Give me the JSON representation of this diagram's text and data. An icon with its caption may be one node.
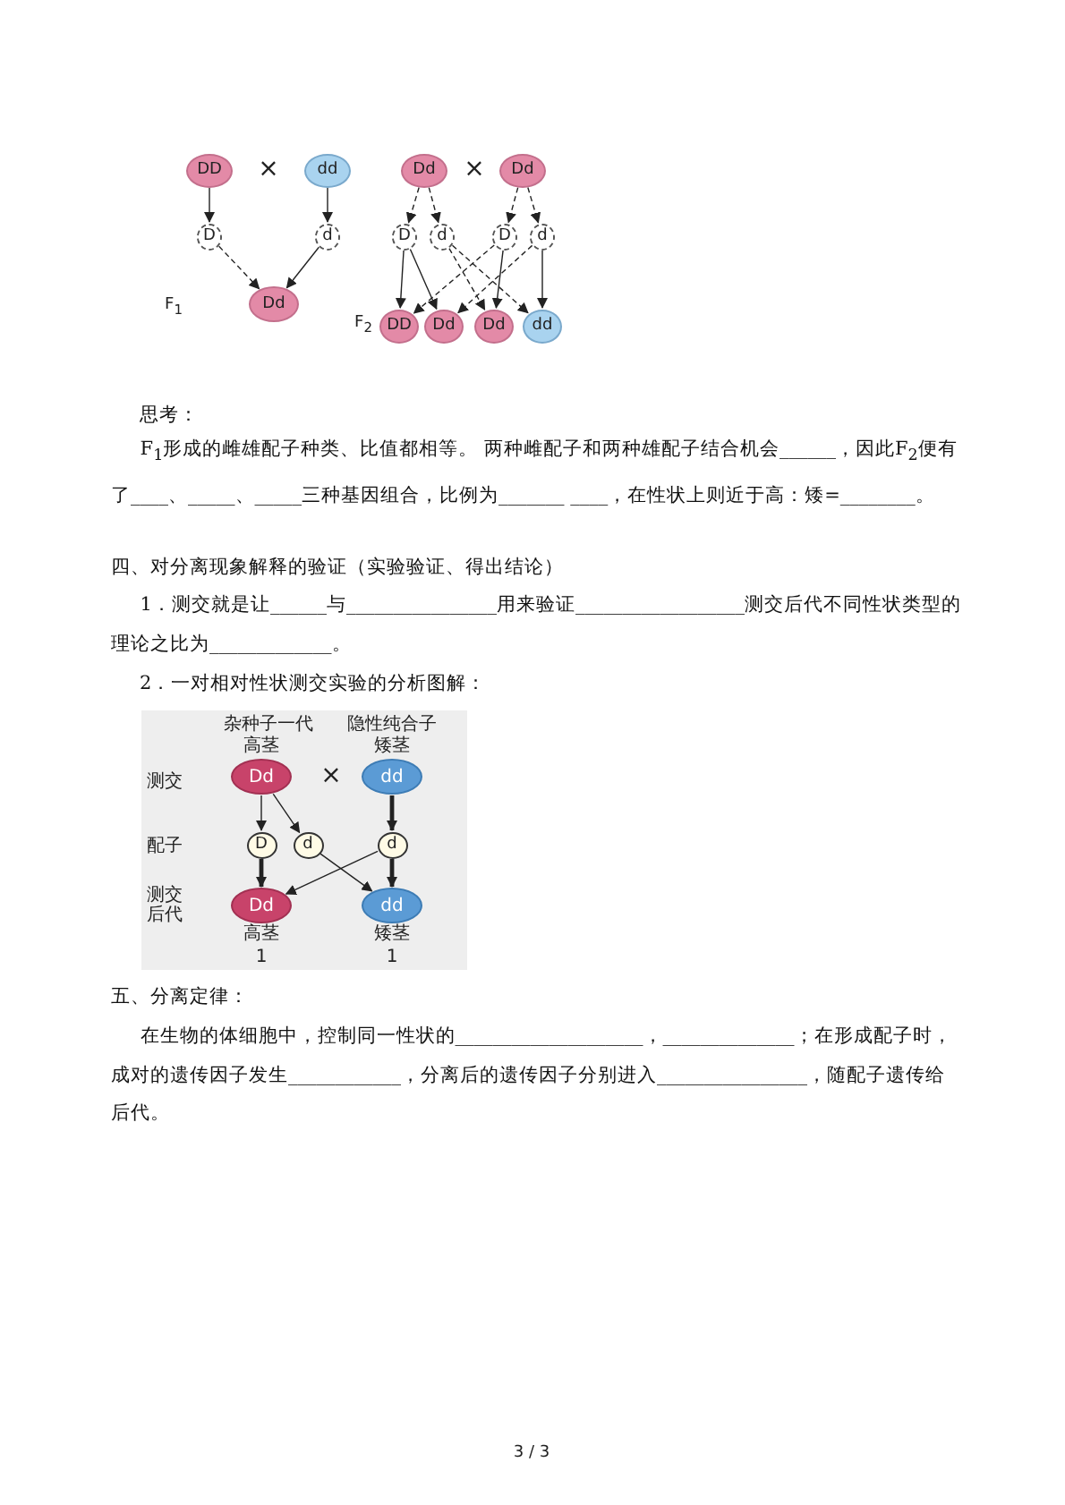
{
  "diagram": {
    "nodes": [
      {
        "text": [
          "DD"
        ]
      },
      {
        "text": [
          "dd"
        ]
      },
      {
        "text": [
          "D"
        ]
      },
      {
        "text": [
          "d"
        ]
      },
      {
        "text": [
          "Dd"
        ]
      },
      {
        "text": [
          "Dd"
        ]
      },
      {
        "text": [
          "Dd"
        ]
      },
      {
        "text": [
          "D"
        ]
      },
      {
        "text": [
          "d"
        ]
      },
      {
        "text": [
          "D"
        ]
      },
      {
        "text": [
          "d"
        ]
      },
      {
        "text": [
          "DD"
        ]
      },
      {
        "text": [
          "Dd"
        ]
      },
      {
        "text": [
          "Dd"
        ]
      },
      {
        "text": [
          "dd"
        ]
      },
      {
        "text": [
          "Dd"
        ],
        "beside": [
          "杂种子一代",
          "高茎"
        ]
      },
      {
        "text": [
          "dd"
        ],
        "beside": [
          "隐性纯合子",
          "矮茎"
        ]
      },
      {
        "text": [
          "D"
        ]
      },
      {
        "text": [
          "d"
        ]
      },
      {
        "text": [
          "d"
        ]
      },
      {
        "text": [
          "Dd"
        ],
        "beside": [
          "高茎",
          "1"
        ]
      },
      {
        "text": [
          "dd"
        ],
        "beside": [
          "矮茎",
          "1"
        ]
      }
    ],
    "edges": [
      {
        "from": 0,
        "to": 2,
        "arrow": "to"
      },
      {
        "from": 1,
        "to": 3,
        "arrow": "to"
      },
      {
        "from": 2,
        "to": 4,
        "arrow": "to",
        "style": "dashed"
      },
      {
        "from": 3,
        "to": 4,
        "arrow": "to"
      },
      {
        "from": 5,
        "to": 7,
        "arrow": "to",
        "style": "dashed"
      },
      {
        "from": 5,
        "to": 8,
        "arrow": "to",
        "style": "dashed"
      },
      {
        "from": 6,
        "to": 9,
        "arrow": "to",
        "style": "dashed"
      },
      {
        "from": 6,
        "to": 10,
        "arrow": "to",
        "style": "dashed"
      },
      {
        "from": 7,
        "to": 11,
        "arrow": "to"
      },
      {
        "from": 7,
        "to": 12,
        "arrow": "to"
      },
      {
        "from": 8,
        "to": 13,
        "arrow": "to",
        "style": "dashed"
      },
      {
        "from": 8,
        "to": 14,
        "arrow": "to",
        "style": "dashed"
      },
      {
        "from": 9,
        "to": 11,
        "arrow": "to",
        "style": "dashed"
      },
      {
        "from": 9,
        "to": 13,
        "arrow": "to"
      },
      {
        "from": 10,
        "to": 12,
        "arrow": "to",
        "style": "dashed"
      },
      {
        "from": 10,
        "to": 14,
        "arrow": "to"
      },
      {
        "from": 15,
        "to": 17,
        "arrow": "to"
      },
      {
        "from": 15,
        "to": 18,
        "arrow": "to"
      },
      {
        "from": 16,
        "to": 19,
        "arrow": "to",
        "style": "thick"
      },
      {
        "from": 17,
        "to": 20,
        "arrow": "to",
        "style": "thick"
      },
      {
        "from": 18,
        "to": 21,
        "arrow": "to"
      },
      {
        "from": 19,
        "to": 20,
        "arrow": "to"
      },
      {
        "from": 19,
        "to": 21,
        "arrow": "to",
        "style": "thick"
      }
    ],
    "labels": [
      "×",
      "×",
      "F$_{1}$",
      "F$_{2}$",
      "思考：",
      "F$_{1}$形成的雌雄配子种类、比值都相等。 两种雌配子和两种雄配子结合机会______，因此F$_{2}$便有了____、_____、_____三种基因组合，比例为_______ ____，在性状上则近于高：矮=________。",
      "四、对分离现象解释的验证（实验验证、得出结论）",
      "1．测交就是让______与________________用来验证__________________测交后代不同性状类型的理论之比为_____________。",
      "2．一对相对性状测交实验的分析图解：",
      "测交",
      "×",
      "配子",
      "测交后代",
      "五、分离定律：",
      "在生物的体细胞中，控制同一性状的____________________，______________；在形成配子时，成对的遗传因子发生____________，分离后的遗传因子分别进入________________，随配子遗传给后代。",
      "3 / 3"
    ]
  }
}
